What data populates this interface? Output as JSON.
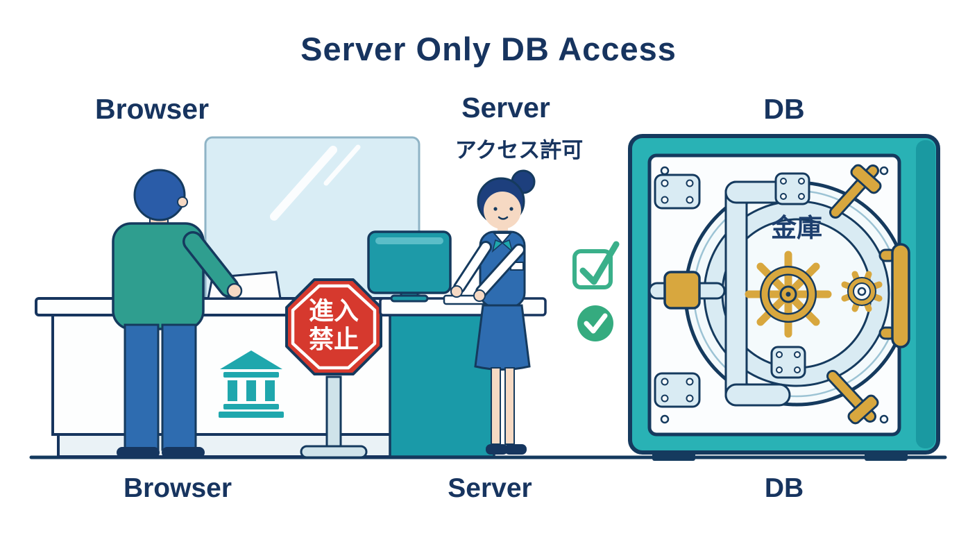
{
  "title": "Server Only DB Access",
  "labels": {
    "top": {
      "browser": "Browser",
      "server": "Server",
      "db": "DB"
    },
    "bottom": {
      "browser": "Browser",
      "server": "Server",
      "db": "DB"
    }
  },
  "annotations": {
    "access_permission": "アクセス許可",
    "vault": "金庫",
    "stop_line1": "進入",
    "stop_line2": "禁止"
  },
  "icons": {
    "bank": "bank-building-icon",
    "stop": "no-entry-stop-sign-icon",
    "check_outline": "checkmark-box-outline-icon",
    "check_filled": "checkmark-circle-icon",
    "vault": "vault-safe-door-icon"
  },
  "colors": {
    "navy": "#17345f",
    "outline": "#153a5e",
    "teal": "#1fa7ad",
    "vault_teal": "#29b2b5",
    "light_blue": "#d9ebf3",
    "glass": "#d9edf5",
    "gold": "#d8a73e",
    "red": "#d6392e",
    "green": "#35ab7f",
    "skin": "#f6d9c3",
    "blue": "#2e6cb0",
    "sweater": "#2f9e8f"
  }
}
